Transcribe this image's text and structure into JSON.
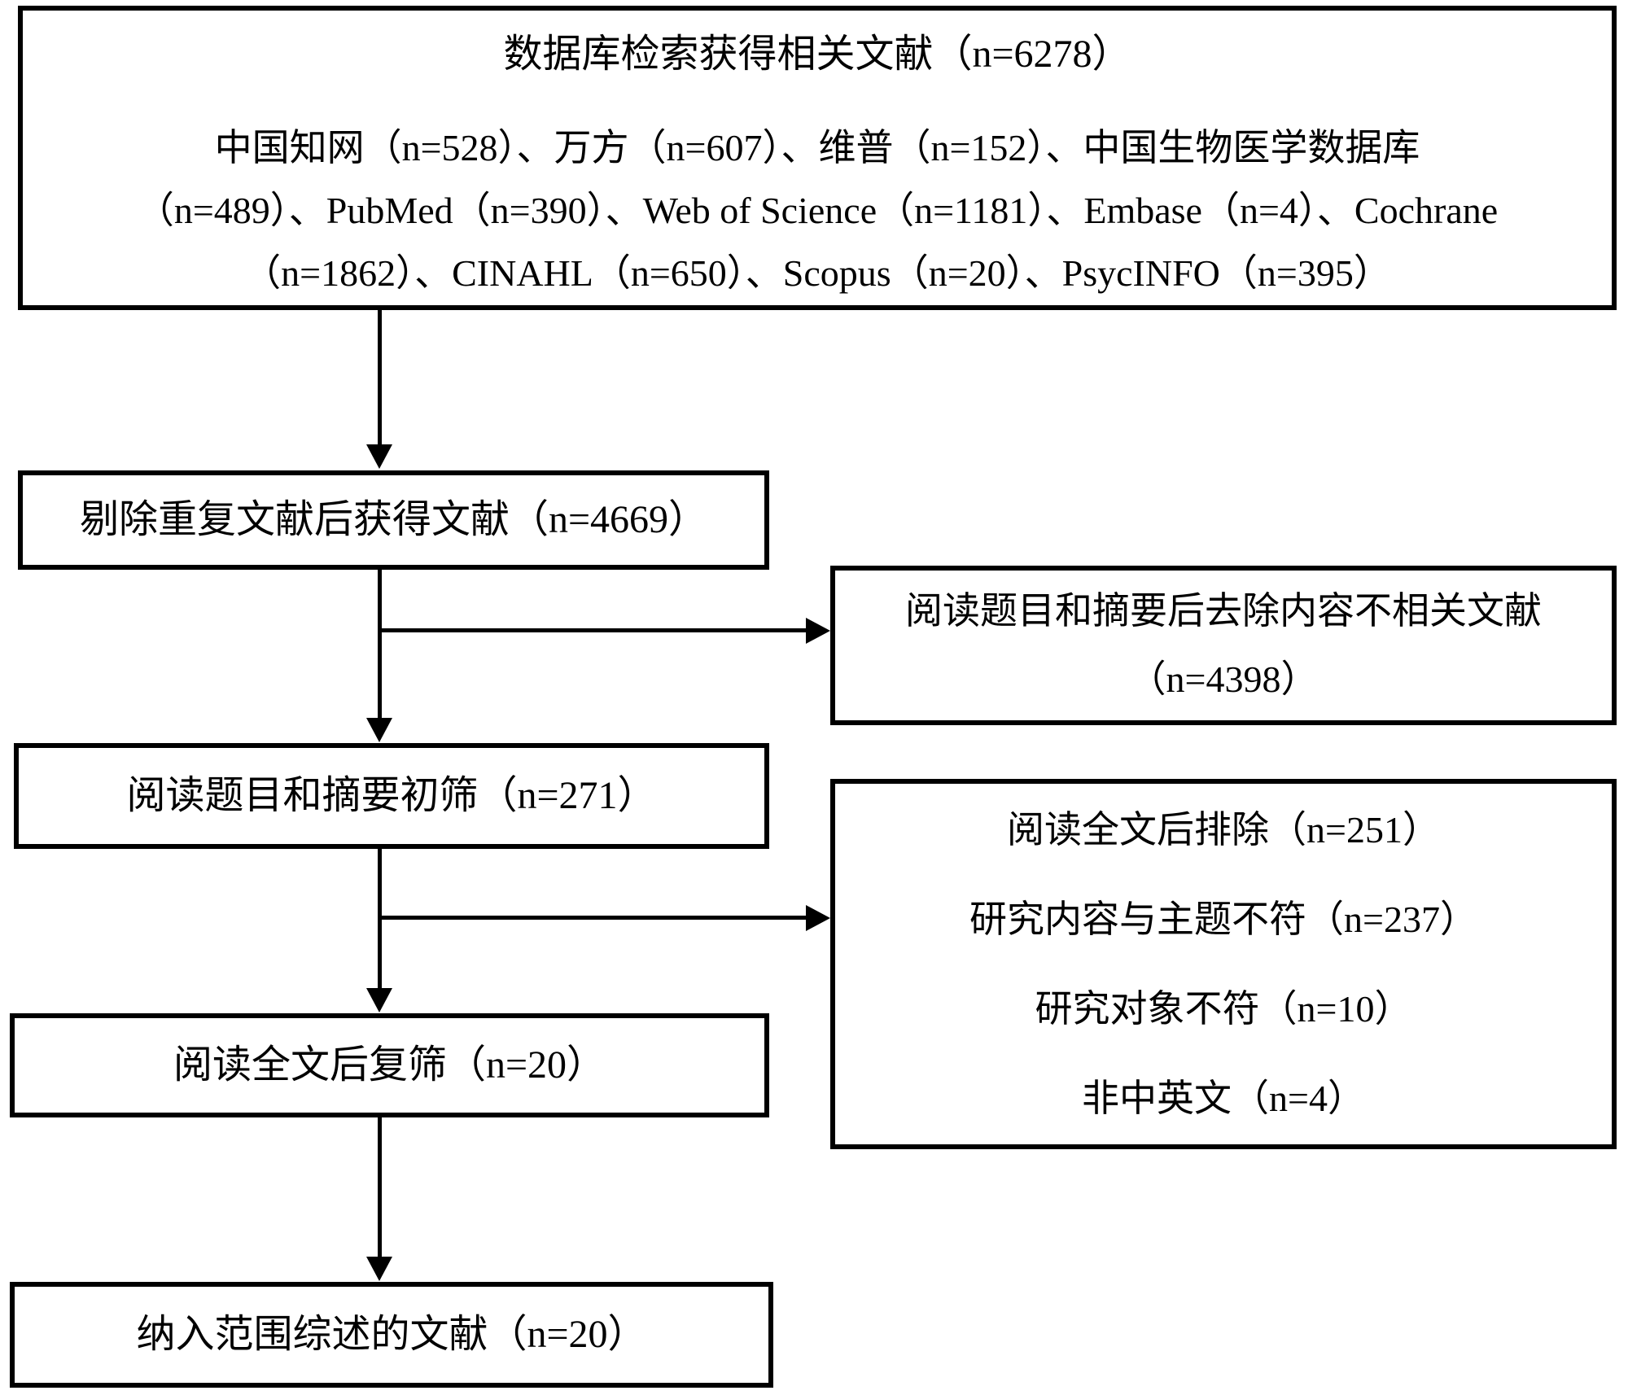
{
  "flowchart": {
    "identification": {
      "title": "数据库检索获得相关文献（n=6278）",
      "sources": [
        "中国知网（n=528）、万方（n=607）、维普（n=152）、中国生物医学数据库",
        "（n=489）、PubMed（n=390）、Web of Science（n=1181）、Embase（n=4）、Cochrane",
        "（n=1862）、CINAHL（n=650）、Scopus（n=20）、PsycINFO（n=395）"
      ]
    },
    "dedup_label": "剔除重复文献后获得文献（n=4669）",
    "excluded_title_abstract": {
      "lines": [
        "阅读题目和摘要后去除内容不相关文献",
        "（n=4398）"
      ]
    },
    "title_abstract_label": "阅读题目和摘要初筛（n=271）",
    "excluded_fulltext": {
      "lines": [
        "阅读全文后排除（n=251）",
        "研究内容与主题不符（n=237）",
        "研究对象不符（n=10）",
        "非中英文（n=4）"
      ]
    },
    "fulltext_label": "阅读全文后复筛（n=20）",
    "included_label": "纳入范围综述的文献（n=20）"
  }
}
